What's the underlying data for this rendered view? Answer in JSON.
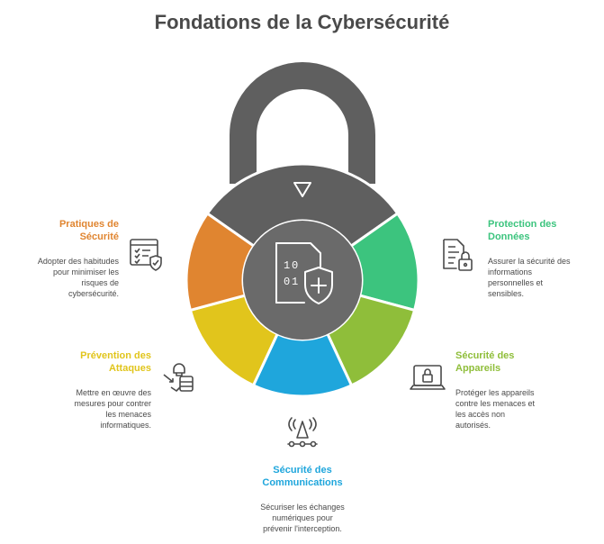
{
  "title": "Fondations de la Cybersécurité",
  "colors": {
    "lock_body": "#5f5f5f",
    "lock_inner": "#6a6a6a",
    "orange": "#e08530",
    "green": "#3cc47e",
    "lime": "#8fbe3a",
    "blue": "#1fa6dc",
    "yellow": "#e1c51c",
    "icon": "#4a4a4a"
  },
  "sections": {
    "pratiques": {
      "heading_l1": "Pratiques de",
      "heading_l2": "Sécurité",
      "desc_l1": "Adopter des habitudes",
      "desc_l2": "pour minimiser les",
      "desc_l3": "risques de",
      "desc_l4": "cybersécurité.",
      "icon": "checklist-shield-icon"
    },
    "protection": {
      "heading_l1": "Protection des",
      "heading_l2": "Données",
      "desc_l1": "Assurer la sécurité des",
      "desc_l2": "informations",
      "desc_l3": "personnelles et",
      "desc_l4": "sensibles.",
      "icon": "document-lock-icon"
    },
    "prevention": {
      "heading_l1": "Prévention des",
      "heading_l2": "Attaques",
      "desc_l1": "Mettre en œuvre des",
      "desc_l2": "mesures pour contrer",
      "desc_l3": "les menaces",
      "desc_l4": "informatiques.",
      "icon": "hacker-icon"
    },
    "appareils": {
      "heading_l1": "Sécurité des",
      "heading_l2": "Appareils",
      "desc_l1": "Protéger les appareils",
      "desc_l2": "contre les menaces et",
      "desc_l3": "les accès non",
      "desc_l4": "autorisés.",
      "icon": "laptop-lock-icon"
    },
    "communications": {
      "heading_l1": "Sécurité des",
      "heading_l2": "Communications",
      "desc_l1": "Sécuriser les échanges",
      "desc_l2": "numériques pour",
      "desc_l3": "prévenir l'interception.",
      "icon": "antenna-icon"
    }
  }
}
